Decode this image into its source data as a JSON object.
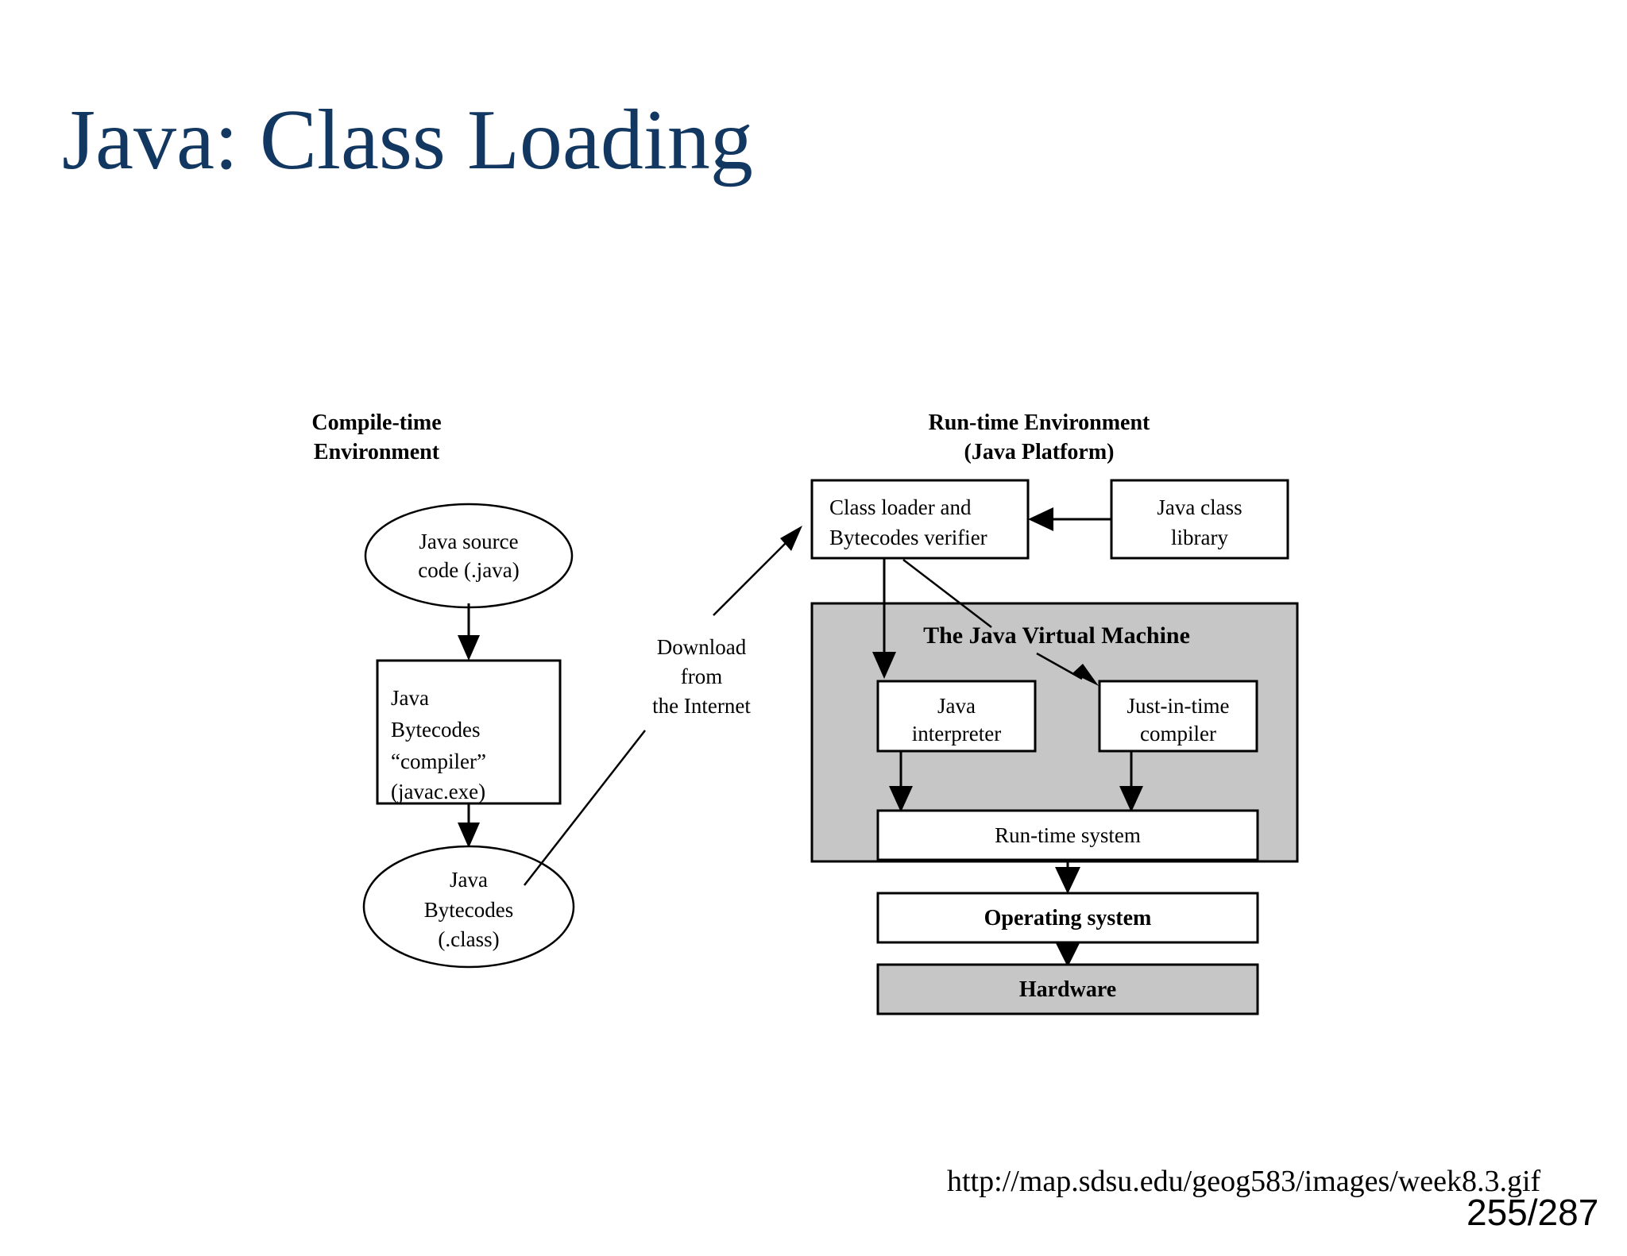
{
  "slide": {
    "title": "Java: Class Loading",
    "title_color": "#123760",
    "source_url": "http://map.sdsu.edu/geog583/images/week8.3.gif",
    "page_number": "255/287"
  },
  "diagram": {
    "gray_fill": "#c6c6c6",
    "headings": {
      "compile_time": [
        "Compile-time",
        "Environment"
      ],
      "run_time": [
        "Run-time Environment",
        "(Java Platform)"
      ]
    },
    "compile_time": {
      "source_ellipse": [
        "Java source",
        "code (.java)"
      ],
      "compiler_box": [
        "Java",
        "Bytecodes",
        "“compiler”",
        "(javac.exe)"
      ],
      "bytecode_ellipse": [
        "Java",
        "Bytecodes",
        "(.class)"
      ]
    },
    "download_note": [
      "Download",
      "from",
      "the Internet"
    ],
    "run_time": {
      "class_loader_box": [
        "Class loader and",
        "Bytecodes verifier"
      ],
      "class_library_box": [
        "Java class",
        "library"
      ],
      "jvm_panel_title": "The Java Virtual  Machine",
      "interpreter_box": [
        "Java",
        "interpreter"
      ],
      "jit_box": [
        "Just-in-time",
        "compiler"
      ],
      "runtime_system_box": [
        "Run-time system"
      ],
      "operating_system_box": [
        "Operating system"
      ],
      "hardware_box": [
        "Hardware"
      ]
    }
  }
}
